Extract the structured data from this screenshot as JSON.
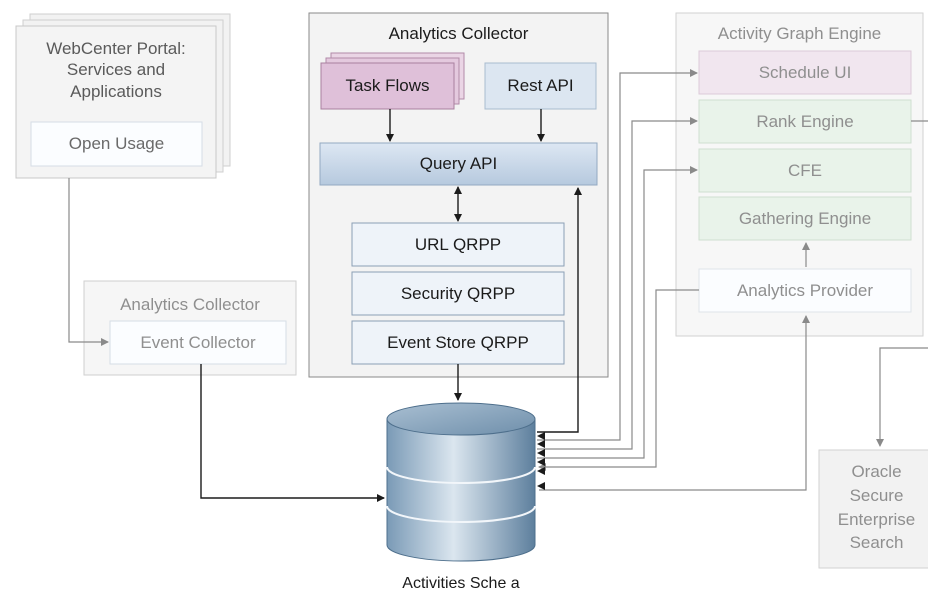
{
  "portal": {
    "title": "WebCenter Portal:\nServices and\nApplications",
    "open_usage": "Open Usage"
  },
  "left_collector": {
    "title": "Analytics Collector",
    "event_collector": "Event Collector"
  },
  "center_collector": {
    "title": "Analytics Collector",
    "task_flows": "Task Flows",
    "rest_api": "Rest API",
    "query_api": "Query API",
    "url_qrpp": "URL QRPP",
    "security_qrpp": "Security QRPP",
    "event_store_qrpp": "Event Store QRPP"
  },
  "engine": {
    "title": "Activity Graph Engine",
    "schedule_ui": "Schedule UI",
    "rank_engine": "Rank Engine",
    "cfe": "CFE",
    "gathering_engine": "Gathering Engine",
    "analytics_provider": "Analytics Provider"
  },
  "oses": {
    "label": "Oracle\nSecure\nEnterprise\nSearch"
  },
  "database": {
    "label": "Activities Sche a"
  }
}
